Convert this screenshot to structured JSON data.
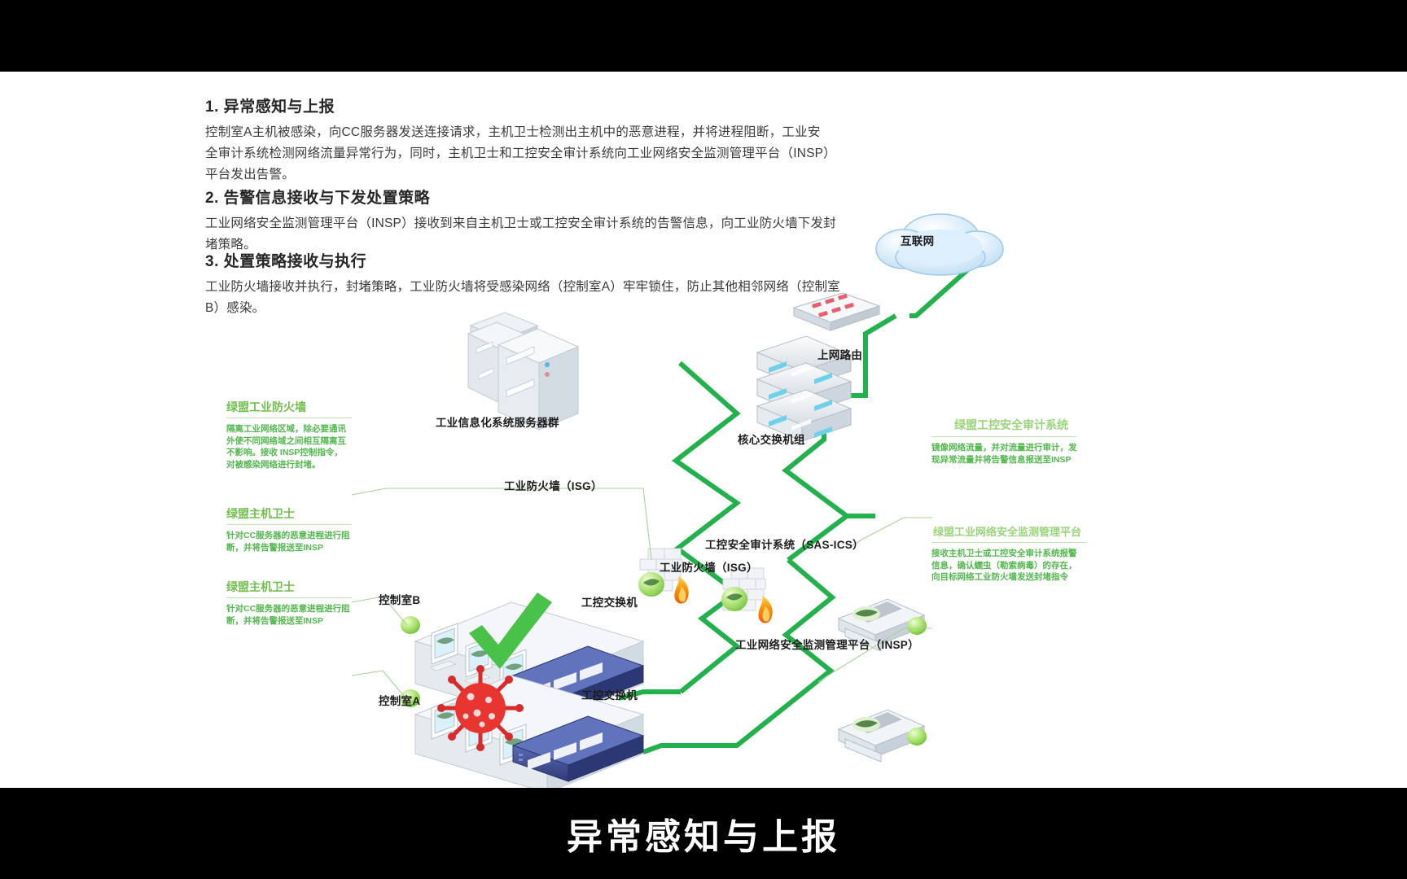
{
  "caption": "异常感知与上报",
  "sections": [
    {
      "heading": "1. 异常感知与上报",
      "body": "控制室A主机被感染，向CC服务器发送连接请求，主机卫士检测出主机中的恶意进程，并将进程阻断，工业安全审计系统检测网络流量异常行为，同时，主机卫士和工控安全审计系统向工业网络安全监测管理平台（INSP）平台发出告警。"
    },
    {
      "heading": "2. 告警信息接收与下发处置策略",
      "body": "工业网络安全监测管理平台（INSP）接收到来自主机卫士或工控安全审计系统的告警信息，向工业防火墙下发封堵策略。"
    },
    {
      "heading": "3. 处置策略接收与执行",
      "body": "工业防火墙接收并执行，封堵策略，工业防火墙将受感染网络（控制室A）牢牢锁住，防止其他相邻网络（控制室B）感染。"
    }
  ],
  "callouts": [
    {
      "title": "绿盟工业防火墙",
      "body": "隔离工业网络区域，除必要通讯外使不同网络域之间相互隔离互不影响。接收 INSP控制指令，对被感染网络进行封堵。"
    },
    {
      "title": "绿盟主机卫士",
      "body": "针对CC服务器的恶意进程进行阻断，并将告警报送至INSP"
    },
    {
      "title": "绿盟主机卫士",
      "body": "针对CC服务器的恶意进程进行阻断，并将告警报送至INSP"
    },
    {
      "title": "绿盟工控安全审计系统",
      "body": "镜像网络流量，并对流量进行审计，发现异常流量并将告警信息报送至INSP"
    },
    {
      "title": "绿盟工业网络安全监测管理平台",
      "body": "接收主机卫士或工控安全审计系统报警信息，确认蠕虫（勒索病毒）的存在，向目标网络工业防火墙发送封堵指令"
    }
  ],
  "devices": {
    "internet": "互联网",
    "router": "上网路由",
    "server_group": "工业信息化系统服务器群",
    "core_switch": "核心交换机组",
    "firewall_top": "工业防火墙（ISG）",
    "firewall_bottom": "工业防火墙（ISG）",
    "audit": "工控安全审计系统（SAS-ICS）",
    "insp": "工业网络安全监测管理平台（INSP）",
    "control_room_b": "控制室B",
    "control_room_a": "控制室A",
    "switch_b": "工控交换机",
    "switch_a": "工控交换机"
  },
  "colors": {
    "link_green": "#22b14c",
    "accent_green": "#6fbf4a",
    "callout_text": "#52b84e",
    "switch_blue": "#3a4a93",
    "virus_red": "#e03131",
    "cloud_blue": "#cfe5f7",
    "slide_bg": "#ffffff",
    "letterbox": "#000000"
  }
}
